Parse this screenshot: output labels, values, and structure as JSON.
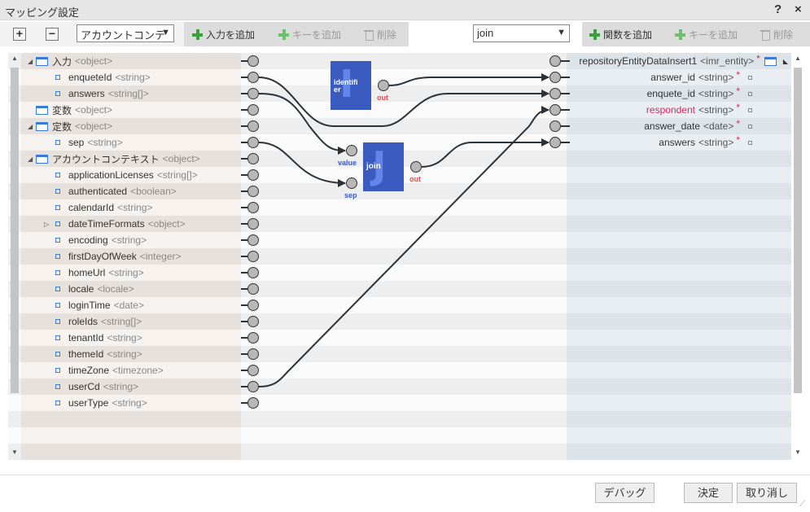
{
  "window": {
    "title": "マッピング設定",
    "help": "?",
    "close": "×"
  },
  "toolbar_left": {
    "expand": "+",
    "collapse": "−",
    "context_select": "アカウントコンテ",
    "add_input": "入力を追加",
    "add_key": "キーを追加",
    "delete": "削除"
  },
  "toolbar_right": {
    "function_select": "join",
    "add_function": "関数を追加",
    "add_key": "キーを追加",
    "delete": "削除"
  },
  "left_tree": [
    {
      "label": "入力",
      "type": "<object>",
      "kind": "object",
      "expander": "◢",
      "level": 0
    },
    {
      "label": "enqueteId",
      "type": "<string>",
      "kind": "field",
      "level": 1
    },
    {
      "label": "answers",
      "type": "<string[]>",
      "kind": "field",
      "level": 1
    },
    {
      "label": "変数",
      "type": "<object>",
      "kind": "object",
      "expander": "",
      "level": 0
    },
    {
      "label": "定数",
      "type": "<object>",
      "kind": "object",
      "expander": "◢",
      "level": 0
    },
    {
      "label": "sep",
      "type": "<string>",
      "kind": "field",
      "level": 1
    },
    {
      "label": "アカウントコンテキスト",
      "type": "<object>",
      "kind": "object",
      "expander": "◢",
      "level": 0
    },
    {
      "label": "applicationLicenses",
      "type": "<string[]>",
      "kind": "field",
      "level": 1
    },
    {
      "label": "authenticated",
      "type": "<boolean>",
      "kind": "field",
      "level": 1
    },
    {
      "label": "calendarId",
      "type": "<string>",
      "kind": "field",
      "level": 1
    },
    {
      "label": "dateTimeFormats",
      "type": "<object>",
      "kind": "field",
      "expander": "▷",
      "level": 1
    },
    {
      "label": "encoding",
      "type": "<string>",
      "kind": "field",
      "level": 1
    },
    {
      "label": "firstDayOfWeek",
      "type": "<integer>",
      "kind": "field",
      "level": 1
    },
    {
      "label": "homeUrl",
      "type": "<string>",
      "kind": "field",
      "level": 1
    },
    {
      "label": "locale",
      "type": "<locale>",
      "kind": "field",
      "level": 1
    },
    {
      "label": "loginTime",
      "type": "<date>",
      "kind": "field",
      "level": 1
    },
    {
      "label": "roleIds",
      "type": "<string[]>",
      "kind": "field",
      "level": 1
    },
    {
      "label": "tenantId",
      "type": "<string>",
      "kind": "field",
      "level": 1
    },
    {
      "label": "themeId",
      "type": "<string>",
      "kind": "field",
      "level": 1
    },
    {
      "label": "timeZone",
      "type": "<timezone>",
      "kind": "field",
      "level": 1
    },
    {
      "label": "userCd",
      "type": "<string>",
      "kind": "field",
      "level": 1
    },
    {
      "label": "userType",
      "type": "<string>",
      "kind": "field",
      "level": 1
    }
  ],
  "right_tree": [
    {
      "label": "repositoryEntityDataInsert1",
      "type": "<imr_entity>",
      "required": "*",
      "root": true
    },
    {
      "label": "answer_id",
      "type": "<string>",
      "required": "*"
    },
    {
      "label": "enquete_id",
      "type": "<string>",
      "required": "*"
    },
    {
      "label": "respondent",
      "type": "<string>",
      "required": "*",
      "highlight": true
    },
    {
      "label": "answer_date",
      "type": "<date>",
      "required": "*"
    },
    {
      "label": "answers",
      "type": "<string>",
      "required": "*"
    }
  ],
  "functions": [
    {
      "name": "identifier",
      "display": "identifi\ner",
      "glyph": "I",
      "out_label": "out"
    },
    {
      "name": "join",
      "display": "join",
      "glyph": "J",
      "in_labels": [
        "value",
        "sep"
      ],
      "out_label": "out"
    }
  ],
  "buttons": {
    "debug": "デバッグ",
    "ok": "決定",
    "cancel": "取り消し"
  },
  "colors": {
    "function_box": "#3a5bbf",
    "required": "#e0245e",
    "highlight": "#e0245e",
    "in_label": "#3a5bbf",
    "out_label": "#e05050"
  }
}
